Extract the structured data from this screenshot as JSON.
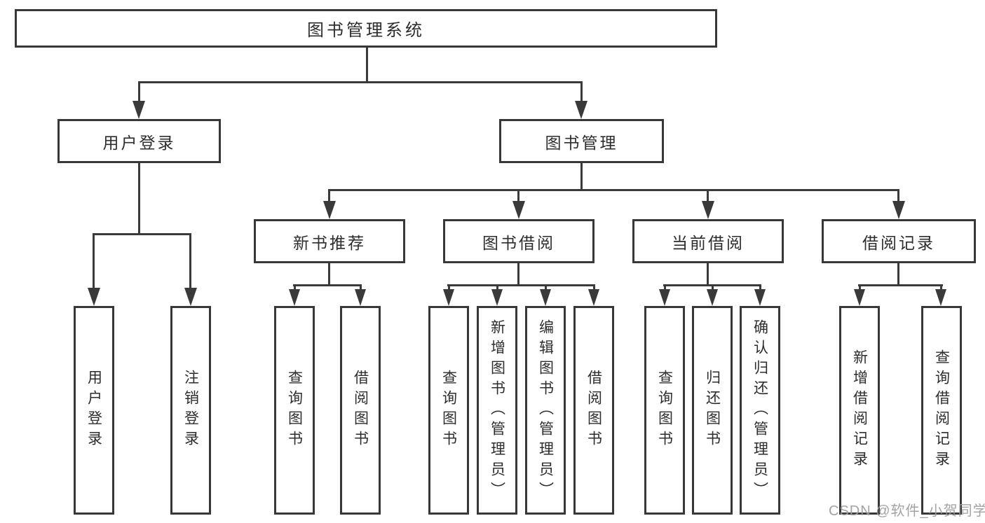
{
  "diagram": {
    "type": "tree",
    "colors": {
      "line": "#3a3a3a",
      "box_border": "#383838",
      "box_bg": "#ffffff",
      "text": "#2d2d2d",
      "watermark": "#9e9e9e"
    },
    "root": {
      "label": "图书管理系统"
    },
    "level2": [
      {
        "label": "用户登录"
      },
      {
        "label": "图书管理"
      }
    ],
    "level3": [
      {
        "label": "新书推荐"
      },
      {
        "label": "图书借阅"
      },
      {
        "label": "当前借阅"
      },
      {
        "label": "借阅记录"
      }
    ],
    "leaves": {
      "user_login": [
        "用户登录",
        "注销登录"
      ],
      "new_book": [
        "查询图书",
        "借阅图书"
      ],
      "book_borrow": [
        "查询图书",
        "新增图书（管理员）",
        "编辑图书（管理员）",
        "借阅图书"
      ],
      "current_borrow": [
        "查询图书",
        "归还图书",
        "确认归还（管理员）"
      ],
      "borrow_record": [
        "新增借阅记录",
        "查询借阅记录"
      ]
    },
    "watermark": "CSDN @软件_小贺同学"
  }
}
